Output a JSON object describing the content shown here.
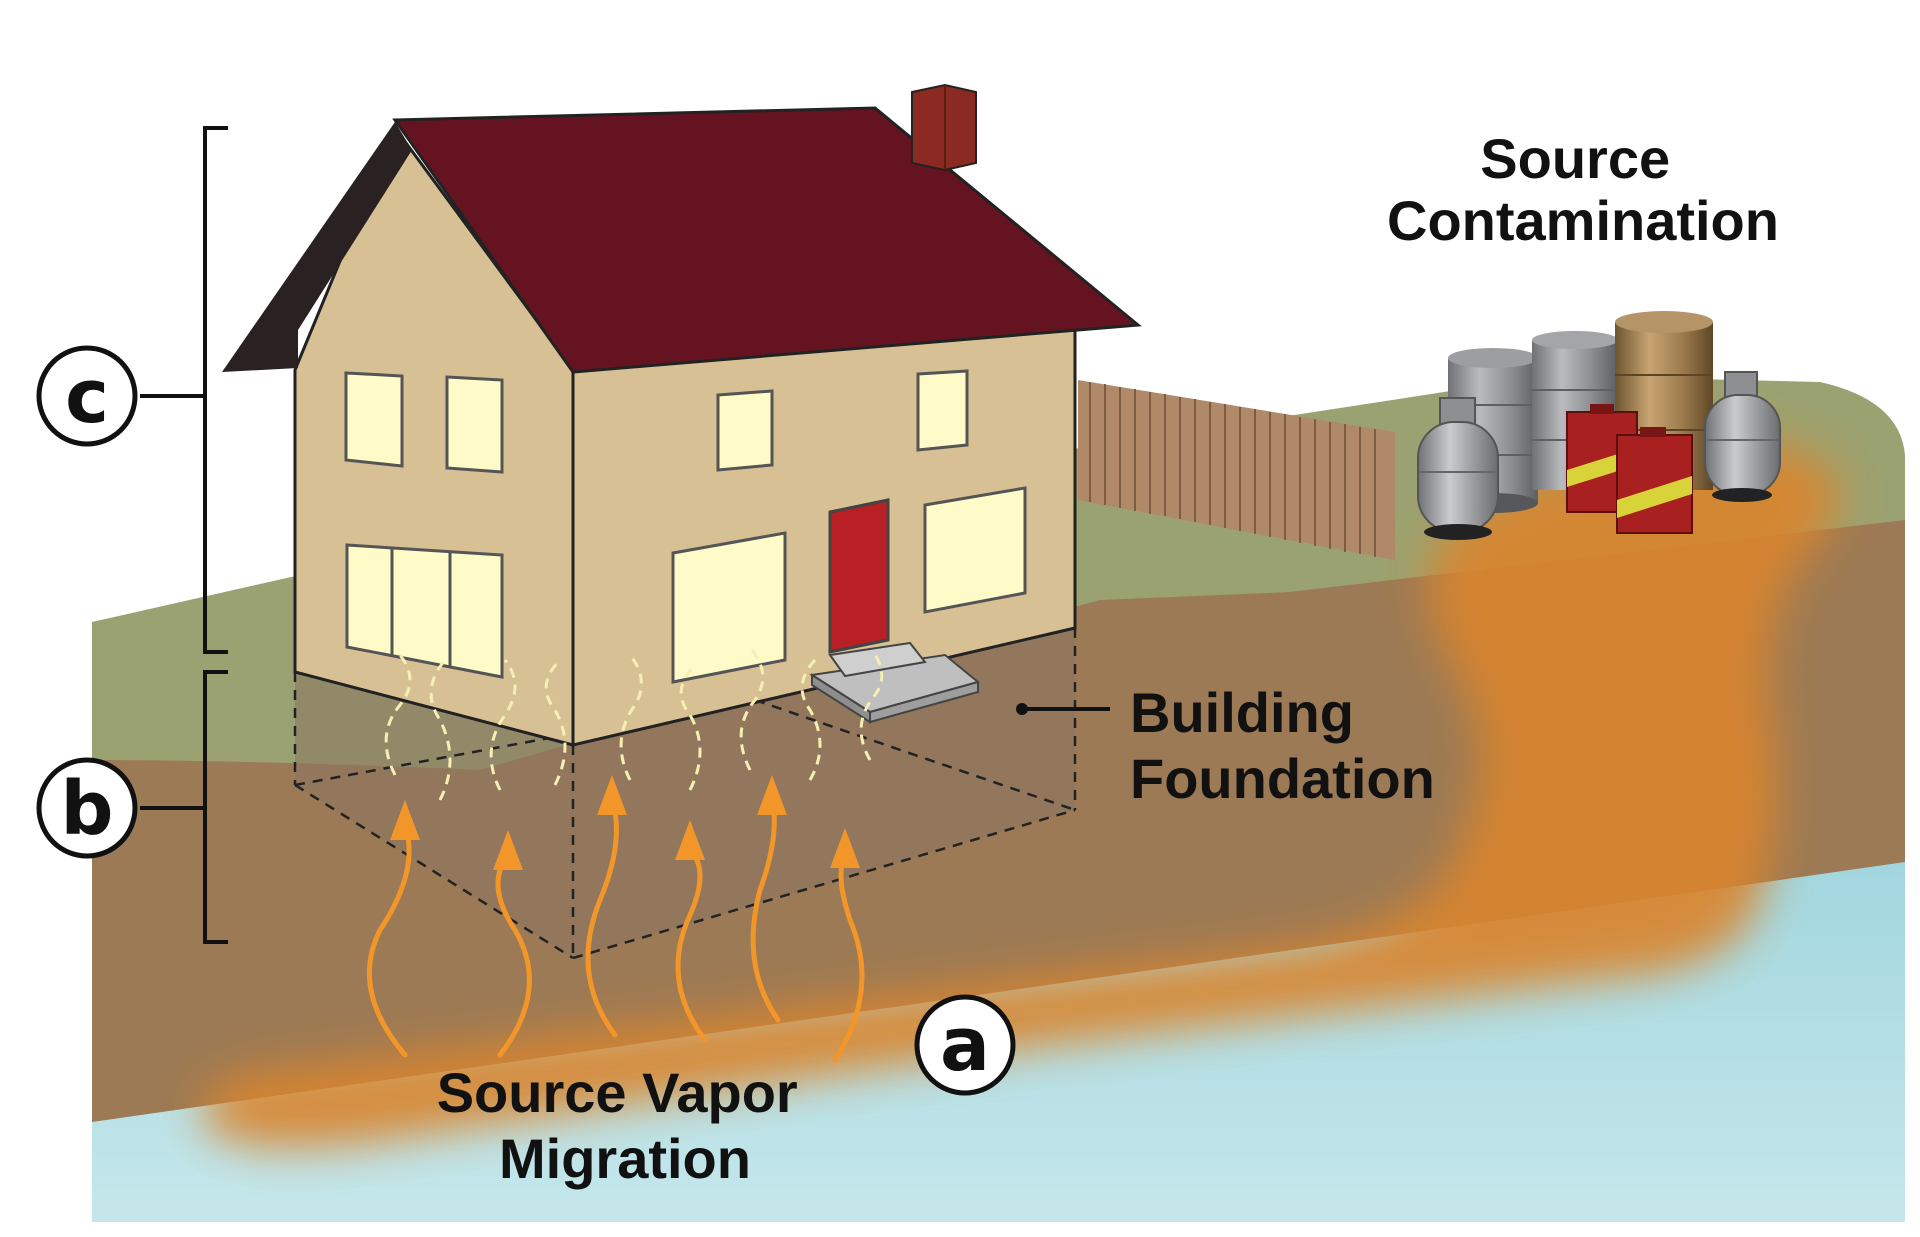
{
  "labels": {
    "source_contamination": [
      "Source",
      "Contamination"
    ],
    "building_foundation": [
      "Building",
      "Foundation"
    ],
    "source_vapor_migration": [
      "Source Vapor",
      "Migration"
    ],
    "marker_a": "a",
    "marker_b": "b",
    "marker_c": "c"
  },
  "colors": {
    "sky": "#ffffff",
    "grass": "#9ba271",
    "soil": "#9c7a55",
    "groundwater": "#a9dbe2",
    "plume": "#d9852f",
    "house_wall": "#d8c095",
    "roof": "#651321",
    "door": "#b82026",
    "window": "#fffbc9",
    "vapor_arrow": "#f3962a",
    "fence": "#b08a68"
  },
  "icons": [
    "house-icon",
    "fence-icon",
    "barrel-icon",
    "propane-tank-icon",
    "gas-can-icon",
    "vapor-arrow-icon"
  ]
}
